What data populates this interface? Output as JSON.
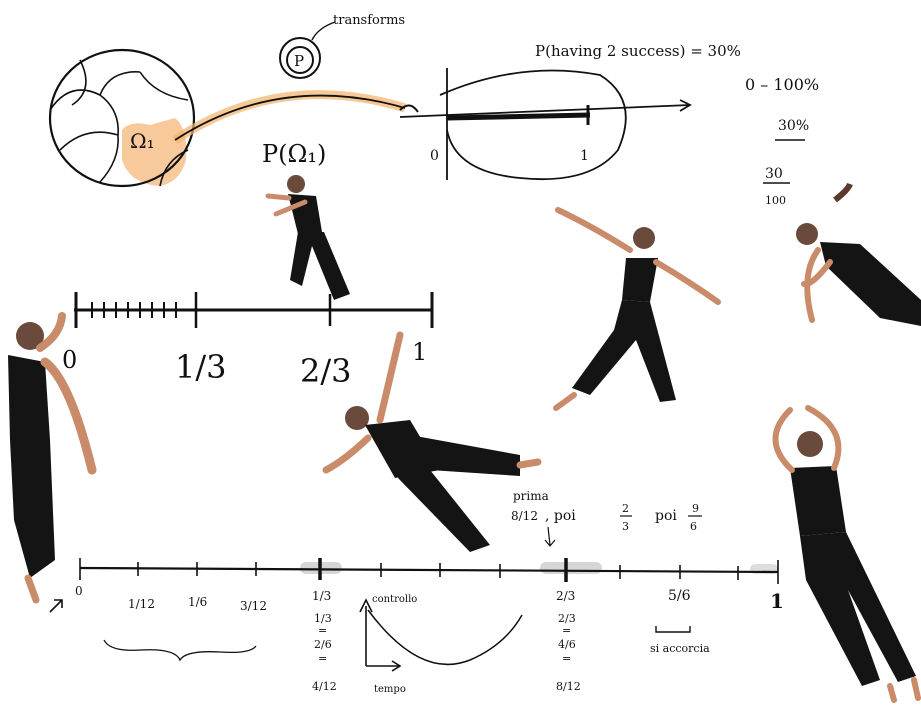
{
  "annotations": {
    "transforms": "transforms",
    "prob_statement": "P(having 2 success) = 30%",
    "percent_range": "0 – 100%",
    "thirty_pct": "30%",
    "frac_num": "30",
    "frac_den": "100",
    "p_omega": "P(Ω₁)",
    "omega": "Ω₁",
    "p_circle": "P",
    "prob_axis_zero": "0",
    "prob_axis_one": "1",
    "prima": "prima",
    "prima_frac": "8/12",
    "poi1": ", poi",
    "poi1_frac_num": "2",
    "poi1_frac_den": "3",
    "poi2": "poi",
    "poi2_frac_num": "9",
    "poi2_frac_den": "6",
    "controllo": "controllo",
    "tempo": "tempo",
    "si_accorcia": "si accorcia"
  },
  "upper_line": {
    "labels": [
      "0",
      "1/3",
      "2/3",
      "1"
    ]
  },
  "lower_line": {
    "labels": [
      "0",
      "1/12",
      "1/6",
      "3/12",
      "1/3",
      "2/3",
      "5/6",
      "1"
    ],
    "equiv_left": [
      "1/3",
      "=",
      "2/6",
      "=",
      "4/12"
    ],
    "equiv_right": [
      "2/3",
      "=",
      "4/6",
      "=",
      "8/12"
    ]
  },
  "colors": {
    "ink": "#111111",
    "highlight": "#f3b26a",
    "skin": "#c98b6a",
    "clothes": "#141414"
  }
}
